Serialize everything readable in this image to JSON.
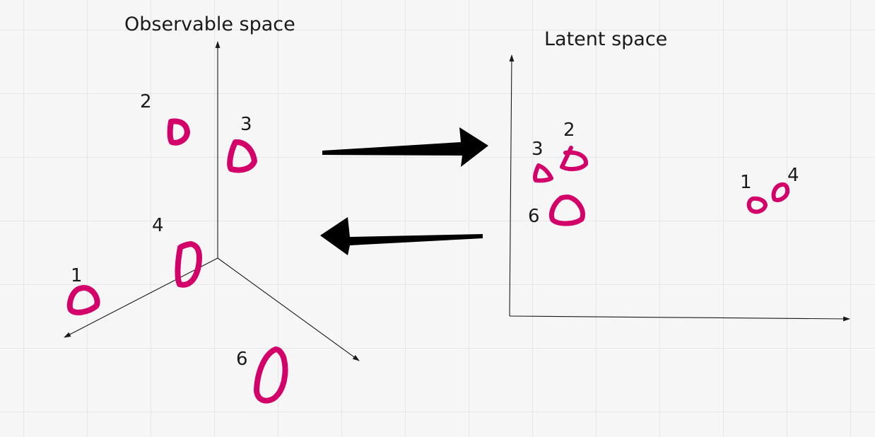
{
  "observable_panel": {
    "title": "Observable space",
    "points": [
      {
        "label": "1"
      },
      {
        "label": "2"
      },
      {
        "label": "3"
      },
      {
        "label": "4"
      },
      {
        "label": "6"
      }
    ]
  },
  "latent_panel": {
    "title": "Latent space",
    "points": [
      {
        "label": "1"
      },
      {
        "label": "2"
      },
      {
        "label": "3"
      },
      {
        "label": "4"
      },
      {
        "label": "6"
      }
    ]
  },
  "colors": {
    "marker": "#d4006a",
    "ink": "#1a1a1a",
    "arrow": "#000000",
    "background": "#f6f6f6",
    "grid": "#e6e6e6"
  },
  "icons": {
    "forward_arrow": "right-arrow-icon",
    "backward_arrow": "left-arrow-icon"
  }
}
